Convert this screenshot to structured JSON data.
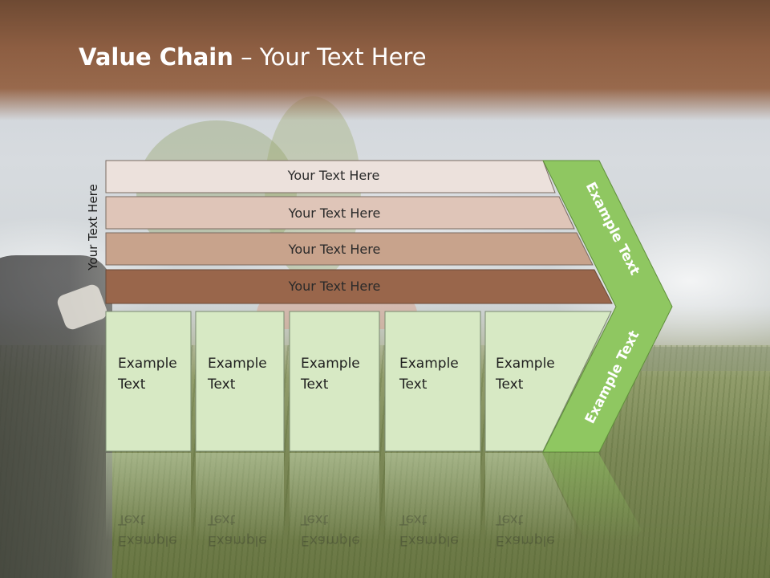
{
  "slide": {
    "title_bold": "Value Chain",
    "title_rest": " – Your Text Here",
    "side_label": "Your Text Here",
    "bars": [
      {
        "label": "Your Text Here",
        "color": "#ece1dc"
      },
      {
        "label": "Your Text Here",
        "color": "#dfc5b8"
      },
      {
        "label": "Your Text Here",
        "color": "#c8a38c"
      },
      {
        "label": "Your Text Here",
        "color": "#99664b"
      }
    ],
    "boxes": [
      {
        "line1": "Example",
        "line2": "Text"
      },
      {
        "line1": "Example",
        "line2": "Text"
      },
      {
        "line1": "Example",
        "line2": "Text"
      },
      {
        "line1": "Example",
        "line2": "Text"
      },
      {
        "line1": "Example",
        "line2": "Text"
      }
    ],
    "arrow_top_label": "Example Text",
    "arrow_bottom_label": "Example Text",
    "colors": {
      "box_fill": "#d7e9c4",
      "arrow_fill": "#8fc761",
      "header": "#8d5e42"
    }
  }
}
